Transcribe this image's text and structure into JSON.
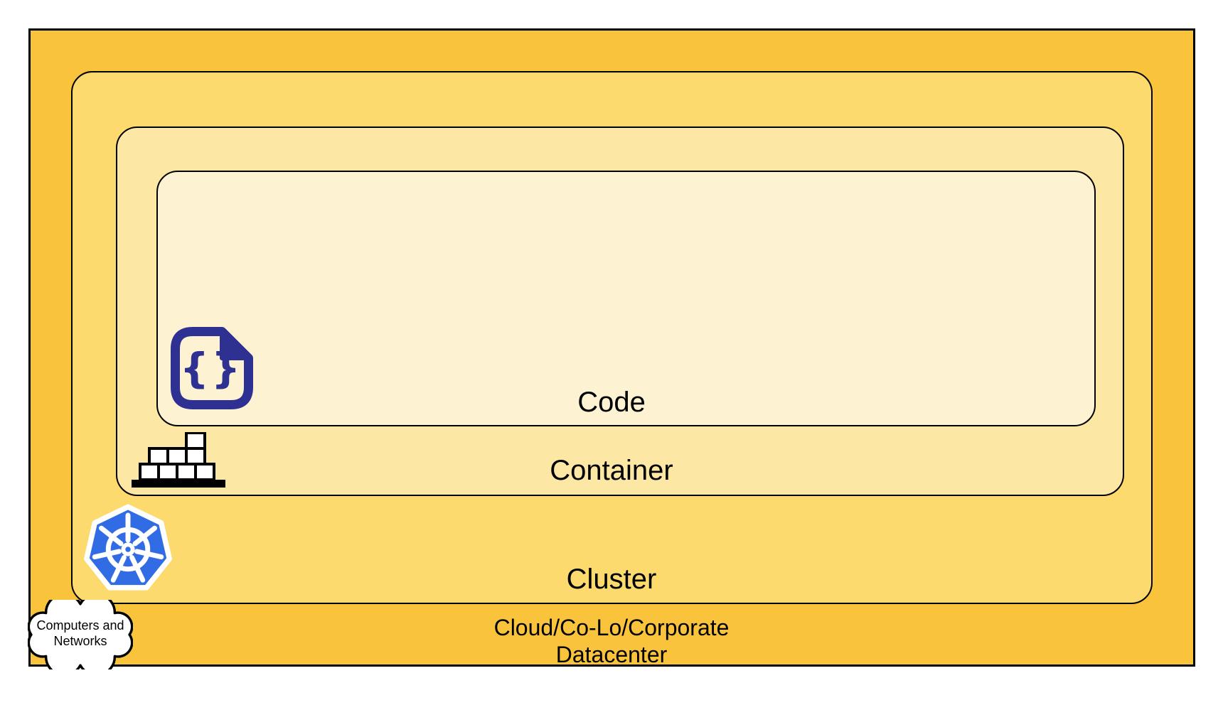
{
  "diagram": {
    "description": "Nested layered diagram of cloud-native deployment layers",
    "layers": {
      "code": {
        "label": "Code"
      },
      "container": {
        "label": "Container"
      },
      "cluster": {
        "label": "Cluster"
      },
      "datacenter": {
        "label": "Cloud/Co-Lo/Corporate\nDatacenter"
      }
    },
    "cloud_callout": {
      "label": "Computers and\nNetworks"
    },
    "icons": {
      "code": "code-file-icon",
      "container": "container-stack-icon",
      "cluster": "kubernetes-icon",
      "datacenter": "cloud-icon"
    },
    "colors": {
      "datacenter_fill": "#FAC33C",
      "cluster_fill": "#FDDA6E",
      "container_fill": "#FDE7A4",
      "code_fill": "#FDF3D2",
      "kubernetes_blue": "#326CE5",
      "code_icon_navy": "#2E3192",
      "outline": "#000000",
      "cloud_fill": "#FFFFFF"
    }
  }
}
